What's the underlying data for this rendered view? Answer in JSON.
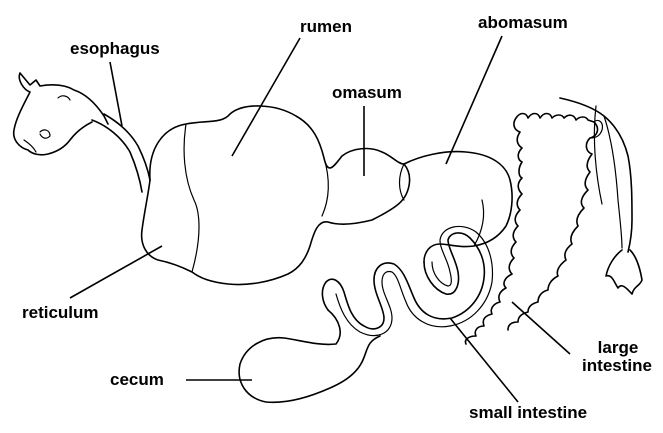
{
  "diagram": {
    "labels": {
      "esophagus": "esophagus",
      "rumen": "rumen",
      "abomasum": "abomasum",
      "omasum": "omasum",
      "reticulum": "reticulum",
      "cecum": "cecum",
      "large_intestine_line1": "large",
      "large_intestine_line2": "intestine",
      "small_intestine": "small intestine"
    },
    "colors": {
      "ink": "#000000",
      "background": "#ffffff"
    }
  }
}
